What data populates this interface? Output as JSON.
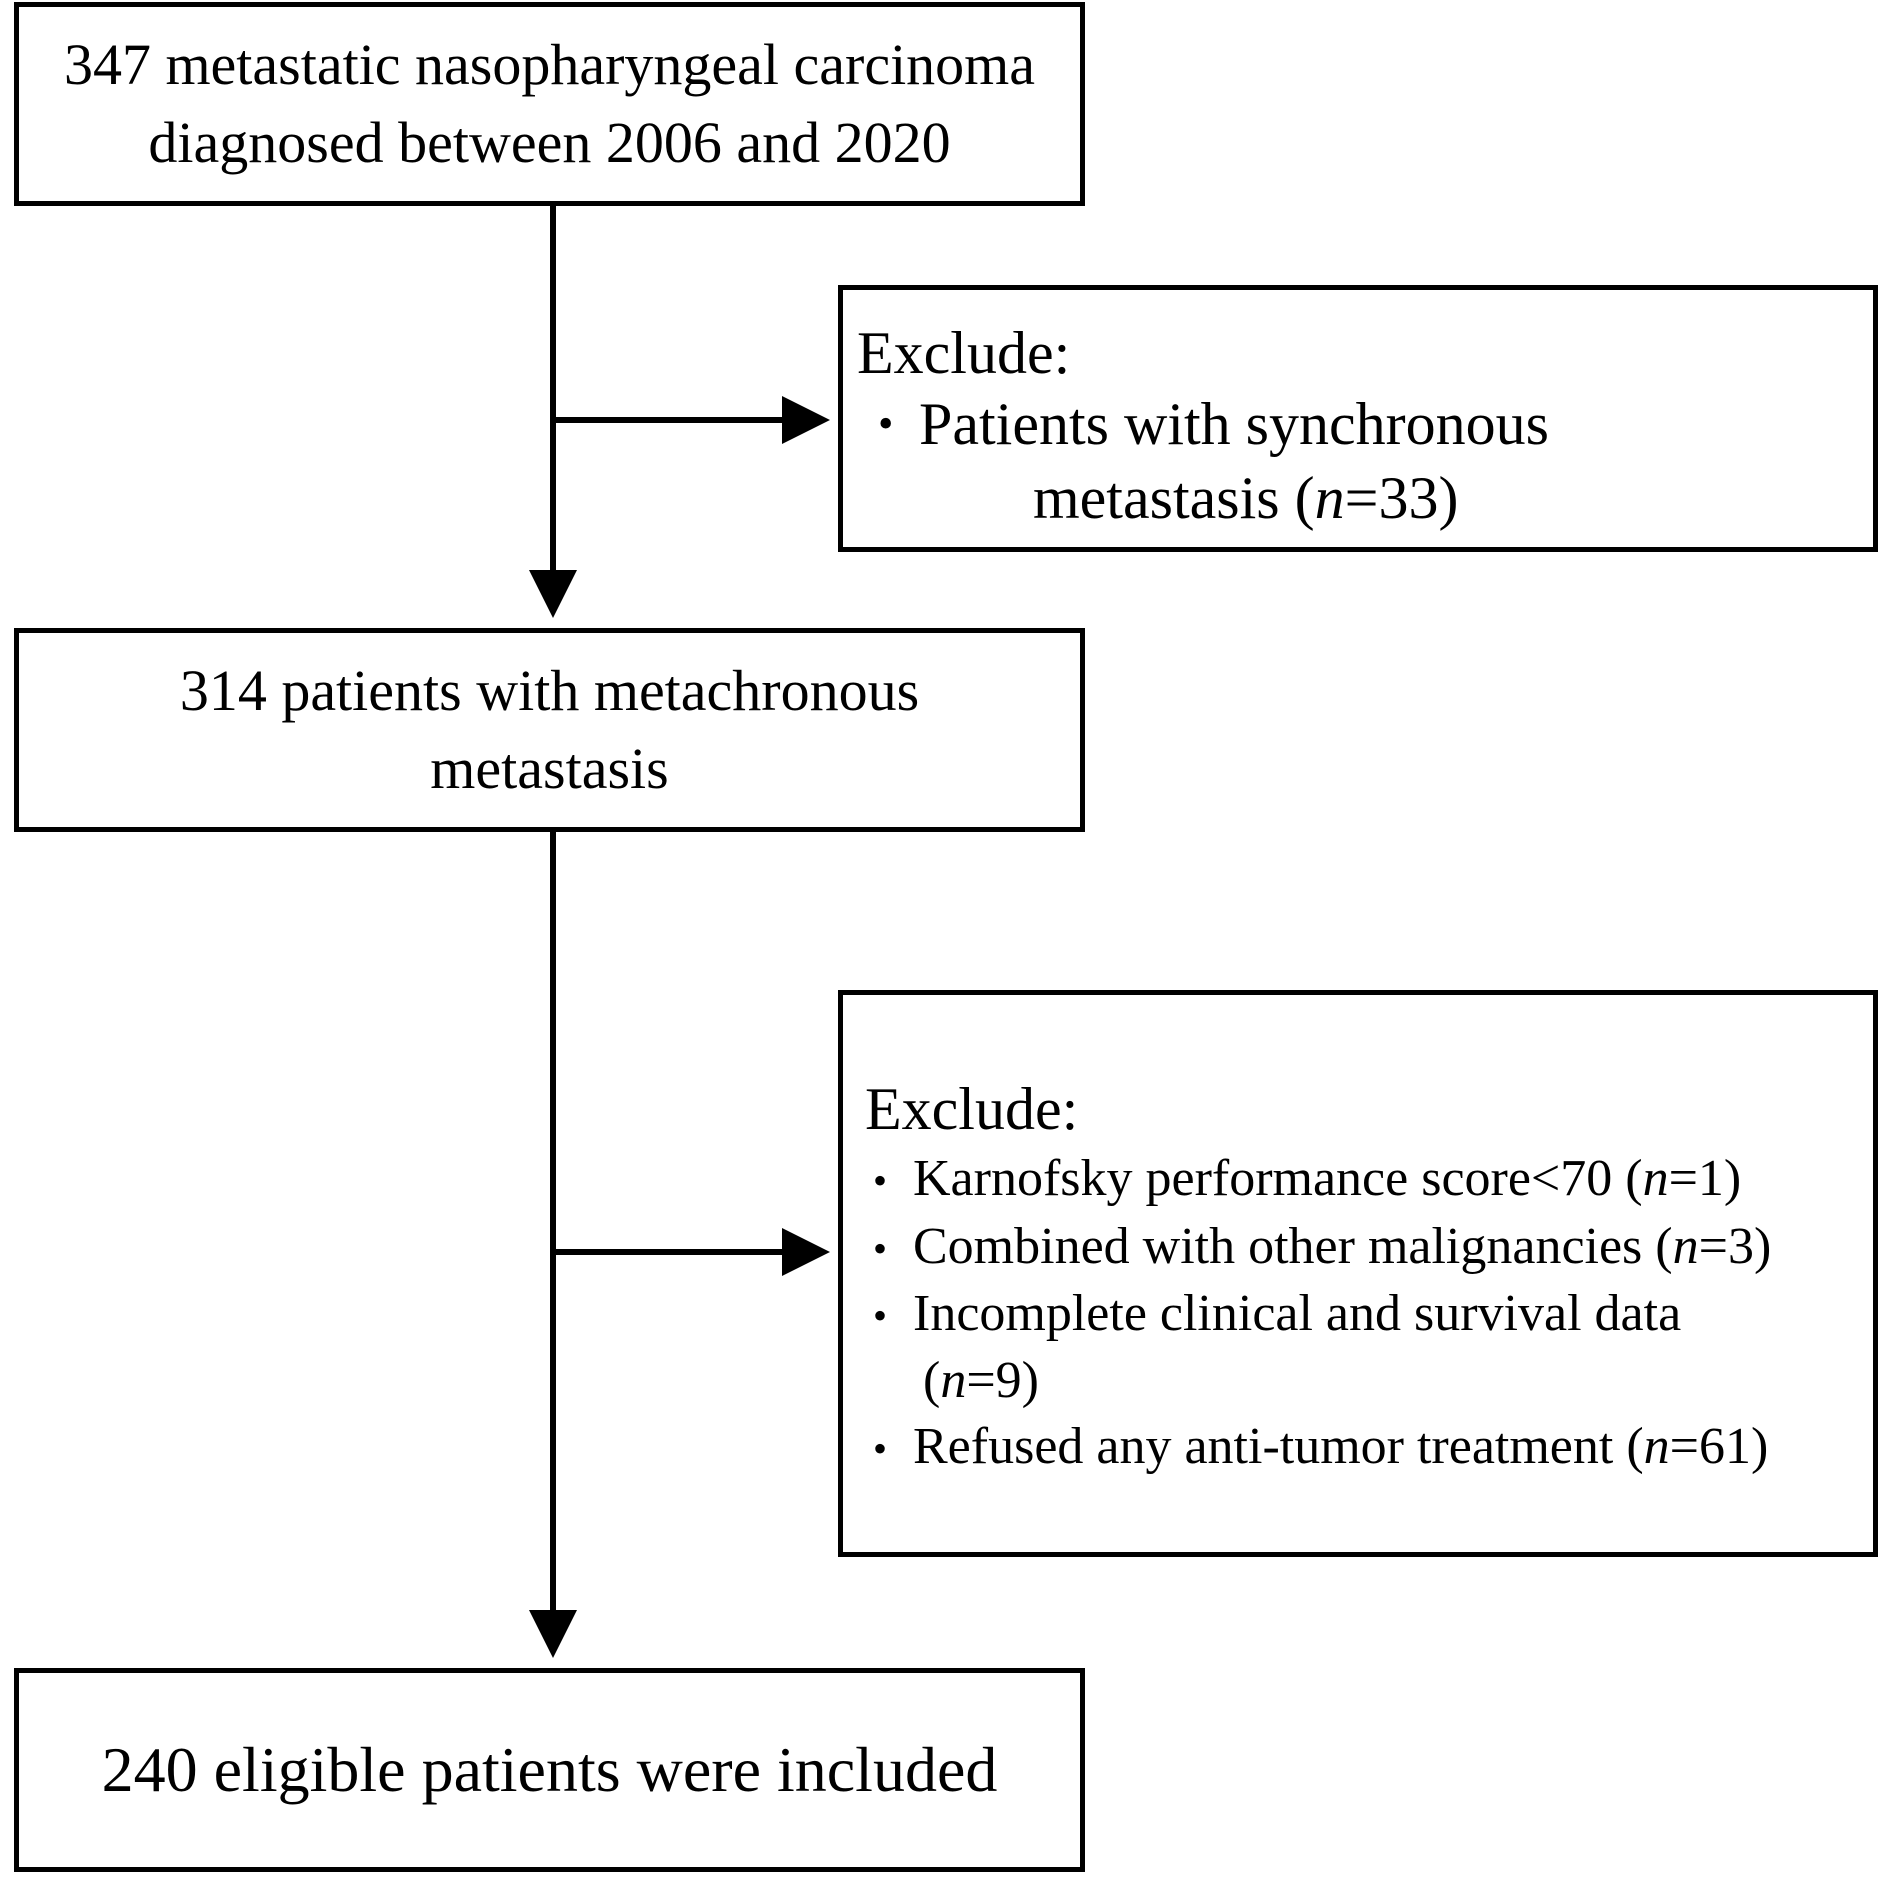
{
  "flowchart": {
    "start": {
      "line1": "347 metastatic nasopharyngeal carcinoma",
      "line2": "diagnosed between 2006 and 2020"
    },
    "exclude_1": {
      "heading": "Exclude:",
      "items": [
        {
          "bullet": "•",
          "line1": "Patients with synchronous",
          "line2_text": "metastasis (",
          "n_symbol": "n",
          "line2_value": "=33)"
        }
      ]
    },
    "metachronous": {
      "line1": "314 patients with metachronous",
      "line2": "metastasis"
    },
    "exclude_2": {
      "heading": "Exclude:",
      "items": [
        {
          "bullet": "•",
          "text": "Karnofsky performance score<70 (",
          "n_symbol": "n",
          "value": "=1)"
        },
        {
          "bullet": "•",
          "text": "Combined with other malignancies (",
          "n_symbol": "n",
          "value": "=3)"
        },
        {
          "bullet": "•",
          "text": "Incomplete clinical and survival data",
          "cont_prefix": "(",
          "n_symbol": "n",
          "value": "=9)"
        },
        {
          "bullet": "•",
          "text": "Refused any anti-tumor treatment (",
          "n_symbol": "n",
          "value": "=61)"
        }
      ]
    },
    "final": {
      "text": "240 eligible patients were included"
    }
  }
}
